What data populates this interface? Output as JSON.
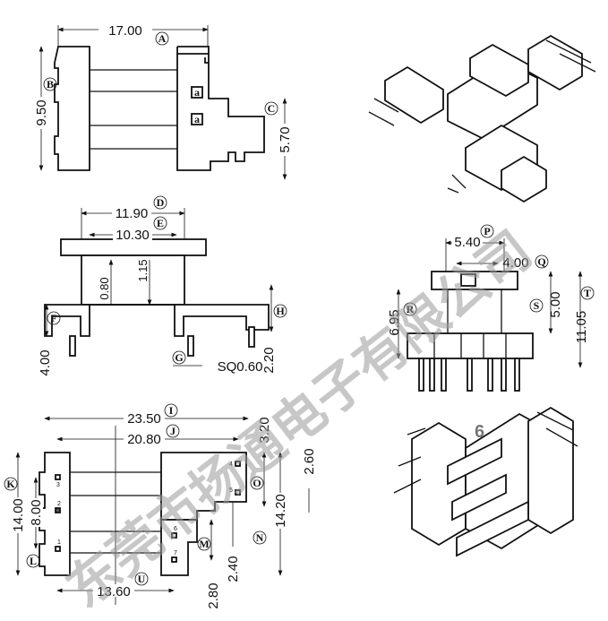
{
  "watermark": "东莞市扬通电子有限公司",
  "view_number": "6",
  "top_view": {
    "dim_width": "17.00",
    "dim_width_label": "A",
    "dim_height": "9.50",
    "dim_height_label": "B",
    "dim_side": "5.70",
    "dim_side_label": "C",
    "mark_a": "a"
  },
  "front_view": {
    "dim_outer": "11.90",
    "dim_outer_label": "D",
    "dim_inner": "10.30",
    "dim_inner_label": "E",
    "dim_flange": "0.80",
    "dim_gap": "1.15",
    "dim_base_label": "F",
    "dim_base": "4.00",
    "dim_pin_label": "G",
    "dim_pin": "SQ0.60",
    "dim_right_label": "H",
    "dim_right": "2.20"
  },
  "side_view": {
    "dim_top": "5.40",
    "dim_top_label": "P",
    "dim_inner": "4.00",
    "dim_inner_label": "Q",
    "dim_left_label": "R",
    "dim_left": "6.95",
    "dim_mid_label": "S",
    "dim_mid": "5.00",
    "dim_total_label": "T",
    "dim_total": "11.05"
  },
  "bottom_view": {
    "dim_total": "23.50",
    "dim_total_label": "I",
    "dim_pins": "20.80",
    "dim_pins_label": "J",
    "dim_320": "3.20",
    "dim_260": "2.60",
    "dim_height_label": "K",
    "dim_height": "14.00",
    "dim_pitch": "8.00",
    "dim_pitch_label": "L",
    "dim_o_label": "O",
    "dim_n_label": "N",
    "dim_n": "14.20",
    "dim_m_label": "M",
    "dim_m": "2.40",
    "dim_280": "2.80",
    "dim_span": "13.60",
    "dim_span_label": "U",
    "pins": [
      "1",
      "2",
      "3",
      "4",
      "5",
      "6",
      "7"
    ]
  }
}
